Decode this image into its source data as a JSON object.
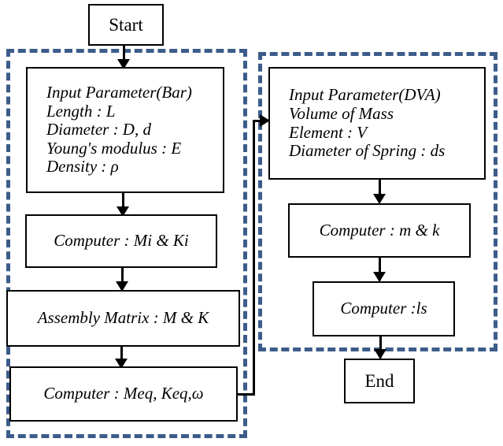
{
  "diagram": {
    "title": "Flowchart: Bar and DVA parameter computation",
    "accent_color": "#3c5c8a",
    "line_color": "#000000",
    "background": "#ffffff"
  },
  "groups": [
    {
      "id": "bar-group",
      "label": "",
      "border_color": "#3c5c8a",
      "border_style": "dashed"
    },
    {
      "id": "dva-group",
      "label": "",
      "border_color": "#3c5c8a",
      "border_style": "dashed"
    }
  ],
  "nodes": {
    "start": {
      "label": "Start",
      "type": "terminal"
    },
    "input_bar": {
      "label": "Input Parameter(Bar)\nLength : L\nDiameter : D, d\nYoung's modulus : E\nDensity : ρ",
      "type": "process"
    },
    "computer_miki": {
      "label": "Computer : Mi & Ki",
      "type": "process"
    },
    "assembly_matrix": {
      "label": "Assembly Matrix : M & K",
      "type": "process"
    },
    "computer_meq": {
      "label": "Computer : Meq, Keq,ω",
      "type": "process"
    },
    "input_dva": {
      "label": "Input Parameter(DVA)\nVolume of Mass\nElement : V\nDiameter of Spring : ds",
      "type": "process"
    },
    "computer_mk": {
      "label": "Computer : m & k",
      "type": "process"
    },
    "computer_ls": {
      "label": "Computer :ls",
      "type": "process"
    },
    "end": {
      "label": "End",
      "type": "terminal"
    }
  },
  "edges": [
    {
      "from": "start",
      "to": "input_bar",
      "label": "",
      "direction": "down"
    },
    {
      "from": "input_bar",
      "to": "computer_miki",
      "label": "",
      "direction": "down"
    },
    {
      "from": "computer_miki",
      "to": "assembly_matrix",
      "label": "",
      "direction": "down"
    },
    {
      "from": "assembly_matrix",
      "to": "computer_meq",
      "label": "",
      "direction": "down"
    },
    {
      "from": "computer_meq",
      "to": "input_dva",
      "label": "",
      "direction": "right"
    },
    {
      "from": "input_dva",
      "to": "computer_mk",
      "label": "",
      "direction": "down"
    },
    {
      "from": "computer_mk",
      "to": "computer_ls",
      "label": "",
      "direction": "down"
    },
    {
      "from": "computer_ls",
      "to": "end",
      "label": "",
      "direction": "down"
    }
  ]
}
